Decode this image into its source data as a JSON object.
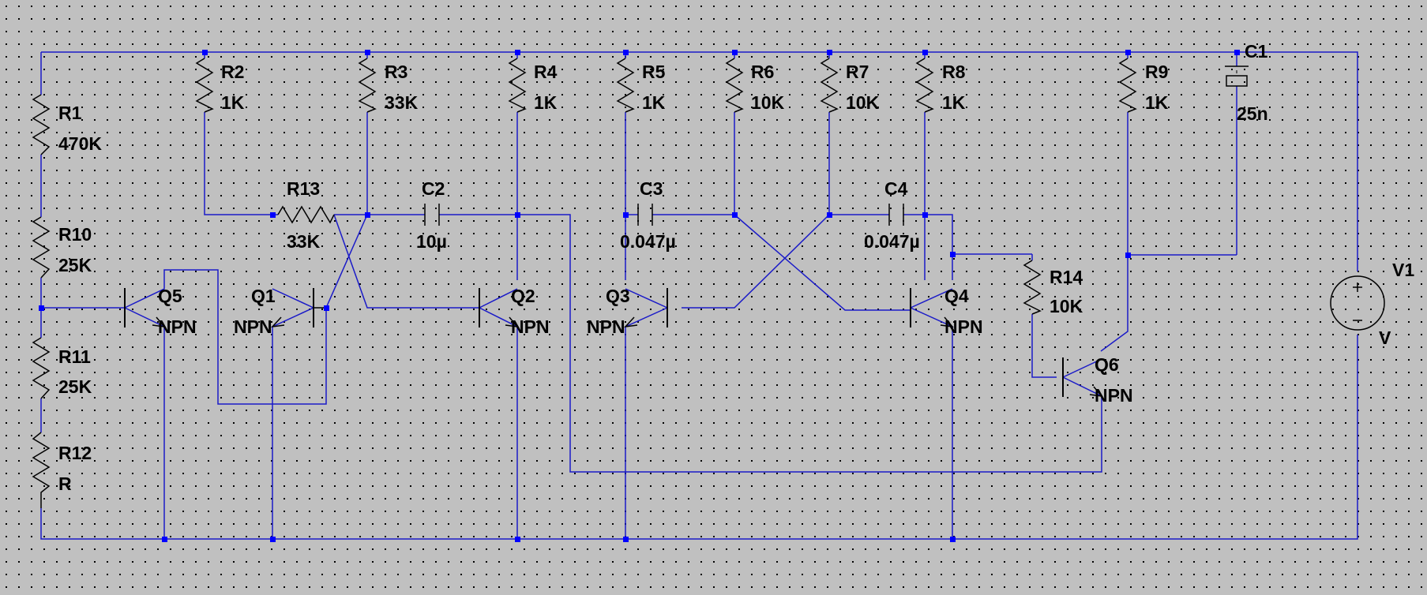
{
  "colors": {
    "background": "#c0c0c0",
    "grid_dot": "#000000",
    "wire": "#1010c8",
    "junction": "#0000ff",
    "label": "#000000"
  },
  "components": {
    "R1": {
      "name": "R1",
      "value": "470K"
    },
    "R2": {
      "name": "R2",
      "value": "1K"
    },
    "R3": {
      "name": "R3",
      "value": "33K"
    },
    "R4": {
      "name": "R4",
      "value": "1K"
    },
    "R5": {
      "name": "R5",
      "value": "1K"
    },
    "R6": {
      "name": "R6",
      "value": "10K"
    },
    "R7": {
      "name": "R7",
      "value": "10K"
    },
    "R8": {
      "name": "R8",
      "value": "1K"
    },
    "R9": {
      "name": "R9",
      "value": "1K"
    },
    "R10": {
      "name": "R10",
      "value": "25K"
    },
    "R11": {
      "name": "R11",
      "value": "25K"
    },
    "R12": {
      "name": "R12",
      "value": "R"
    },
    "R13": {
      "name": "R13",
      "value": "33K"
    },
    "R14": {
      "name": "R14",
      "value": "10K"
    },
    "C1": {
      "name": "C1",
      "value": "25n"
    },
    "C2": {
      "name": "C2",
      "value": "10µ"
    },
    "C3": {
      "name": "C3",
      "value": "0.047µ"
    },
    "C4": {
      "name": "C4",
      "value": "0.047µ"
    },
    "Q1": {
      "name": "Q1",
      "type": "NPN"
    },
    "Q2": {
      "name": "Q2",
      "type": "NPN"
    },
    "Q3": {
      "name": "Q3",
      "type": "NPN"
    },
    "Q4": {
      "name": "Q4",
      "type": "NPN"
    },
    "Q5": {
      "name": "Q5",
      "type": "NPN"
    },
    "Q6": {
      "name": "Q6",
      "type": "NPN"
    },
    "V1": {
      "name": "V1",
      "value": "V"
    }
  }
}
